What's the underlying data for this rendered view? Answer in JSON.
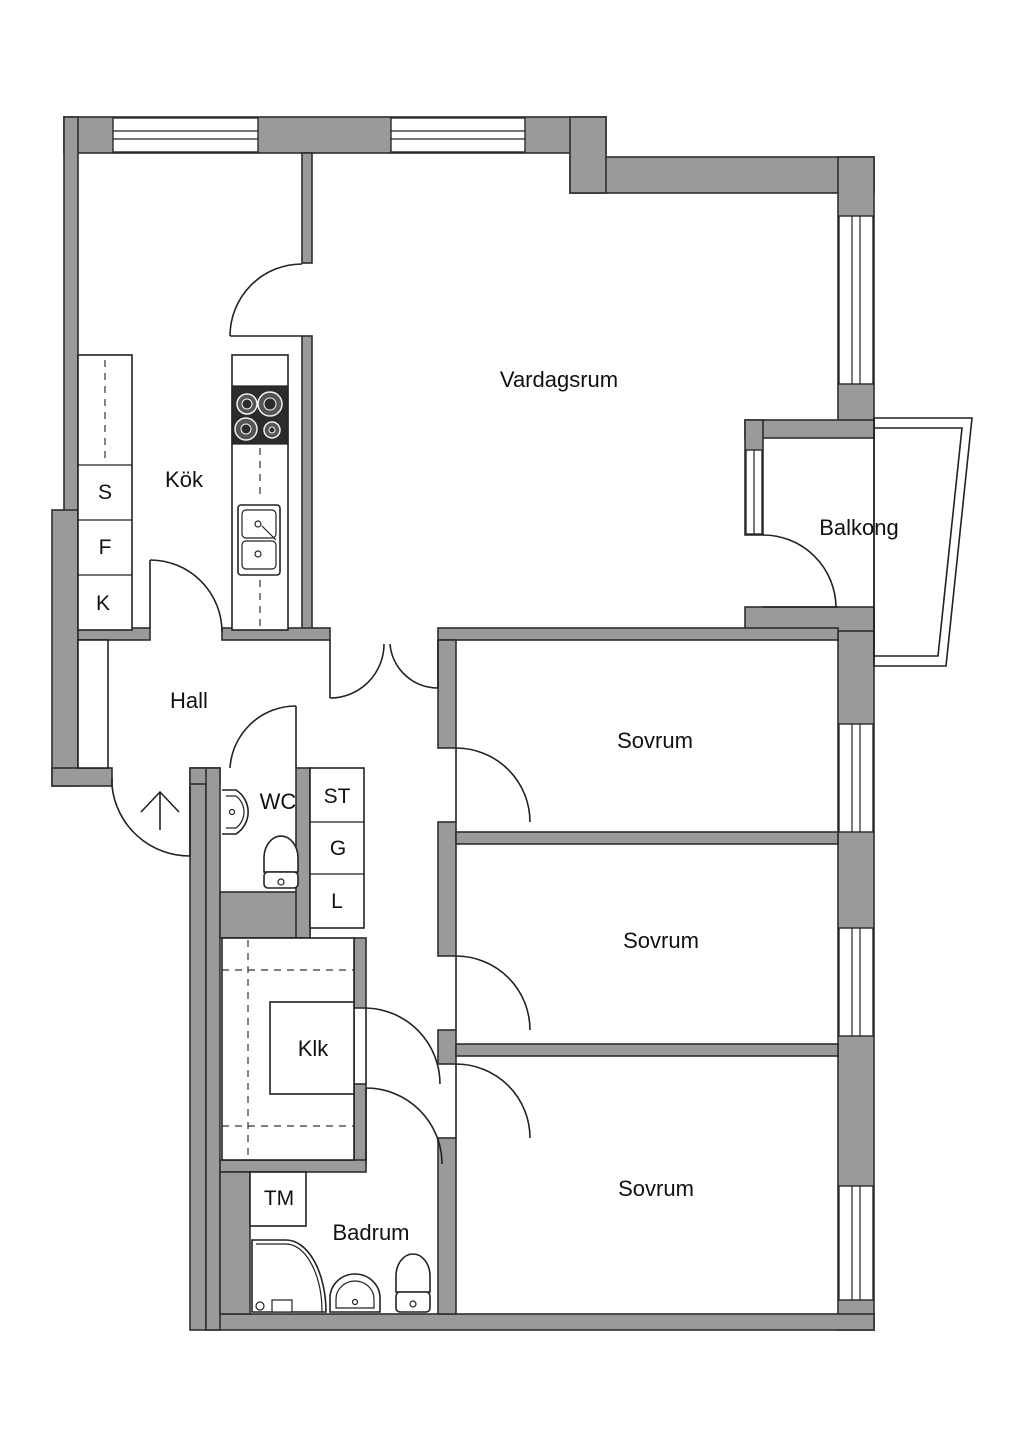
{
  "rooms": {
    "vardagsrum": "Vardagsrum",
    "kok": "Kök",
    "balkong": "Balkong",
    "hall": "Hall",
    "wc": "WC",
    "sovrum_1": "Sovrum",
    "sovrum_2": "Sovrum",
    "sovrum_3": "Sovrum",
    "klk": "Klk",
    "badrum": "Badrum"
  },
  "cabinets": {
    "kitchen": [
      "S",
      "F",
      "K"
    ],
    "hall_storage": [
      "ST",
      "G",
      "L"
    ],
    "bathroom": "TM"
  },
  "colors": {
    "wall": "#9a9a9a",
    "line": "#222222",
    "background": "#ffffff"
  },
  "icons": [
    "entrance-arrow-icon",
    "stove-icon",
    "sink-icon",
    "toilet-icon",
    "washbasin-icon",
    "shower-icon"
  ]
}
